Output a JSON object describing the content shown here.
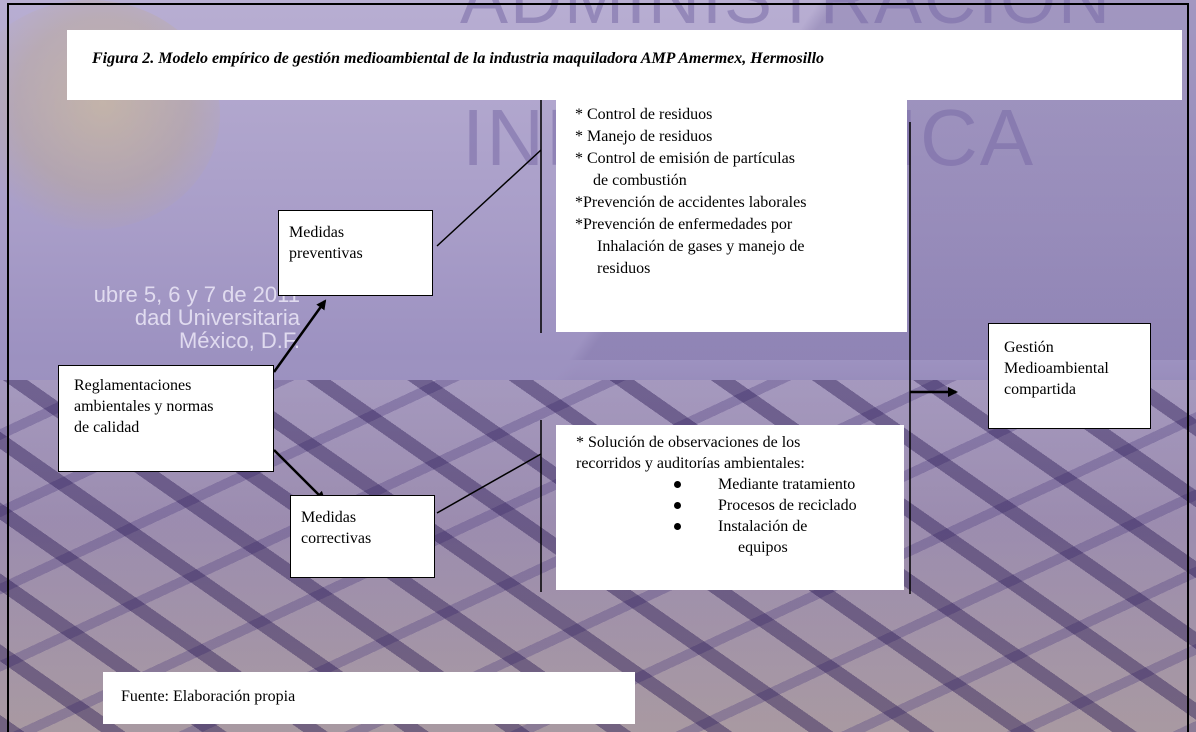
{
  "background": {
    "title_line1": "ADMINISTRACIÓN",
    "title_line2": "INFORMÁTICA",
    "date_lines": [
      "ubre 5, 6 y 7 de 2011",
      "dad Universitaria",
      "México, D.F."
    ]
  },
  "figure": {
    "caption": "Figura 2. Modelo empírico de gestión medioambiental de  la  industria maquiladora AMP Amermex, Hermosillo",
    "regulations_box": [
      "Reglamentaciones",
      "ambientales y normas",
      "de calidad"
    ],
    "preventive_box": [
      "Medidas",
      "preventivas"
    ],
    "corrective_box": [
      "Medidas",
      "correctivas"
    ],
    "management_box": [
      "Gestión",
      "Medioambiental",
      "compartida"
    ],
    "preventive_items": {
      "l1": "* Control de residuos",
      "l2": "* Manejo de residuos",
      "l3": "* Control de emisión de partículas",
      "l4": "de combustión",
      "l5": "*Prevención de accidentes  laborales",
      "l6": "*Prevención de enfermedades por",
      "l7": "Inhalación de gases y  manejo de",
      "l8": "residuos"
    },
    "corrective_items": {
      "intro1": "* Solución de observaciones de los",
      "intro2": "recorridos y auditorías ambientales:",
      "bullets": [
        {
          "text": "Mediante tratamiento"
        },
        {
          "text": "Procesos de reciclado"
        },
        {
          "text": "Instalación de",
          "cont": "equipos"
        }
      ]
    },
    "source": "Fuente: Elaboración  propia"
  }
}
